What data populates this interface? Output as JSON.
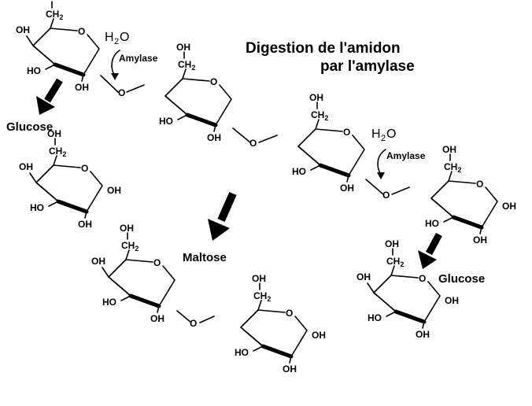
{
  "title": {
    "line1": "Digestion de l'amidon",
    "line2": "par l'amylase"
  },
  "labels": {
    "oh": "OH",
    "ho": "HO",
    "ch2": "CH",
    "two": "2",
    "o": "O",
    "h": "H",
    "water_o": "O"
  },
  "enzyme": "Amylase",
  "products": {
    "glucose_left": "Glucose",
    "glucose_right": "Glucose",
    "maltose": "Maltose"
  }
}
